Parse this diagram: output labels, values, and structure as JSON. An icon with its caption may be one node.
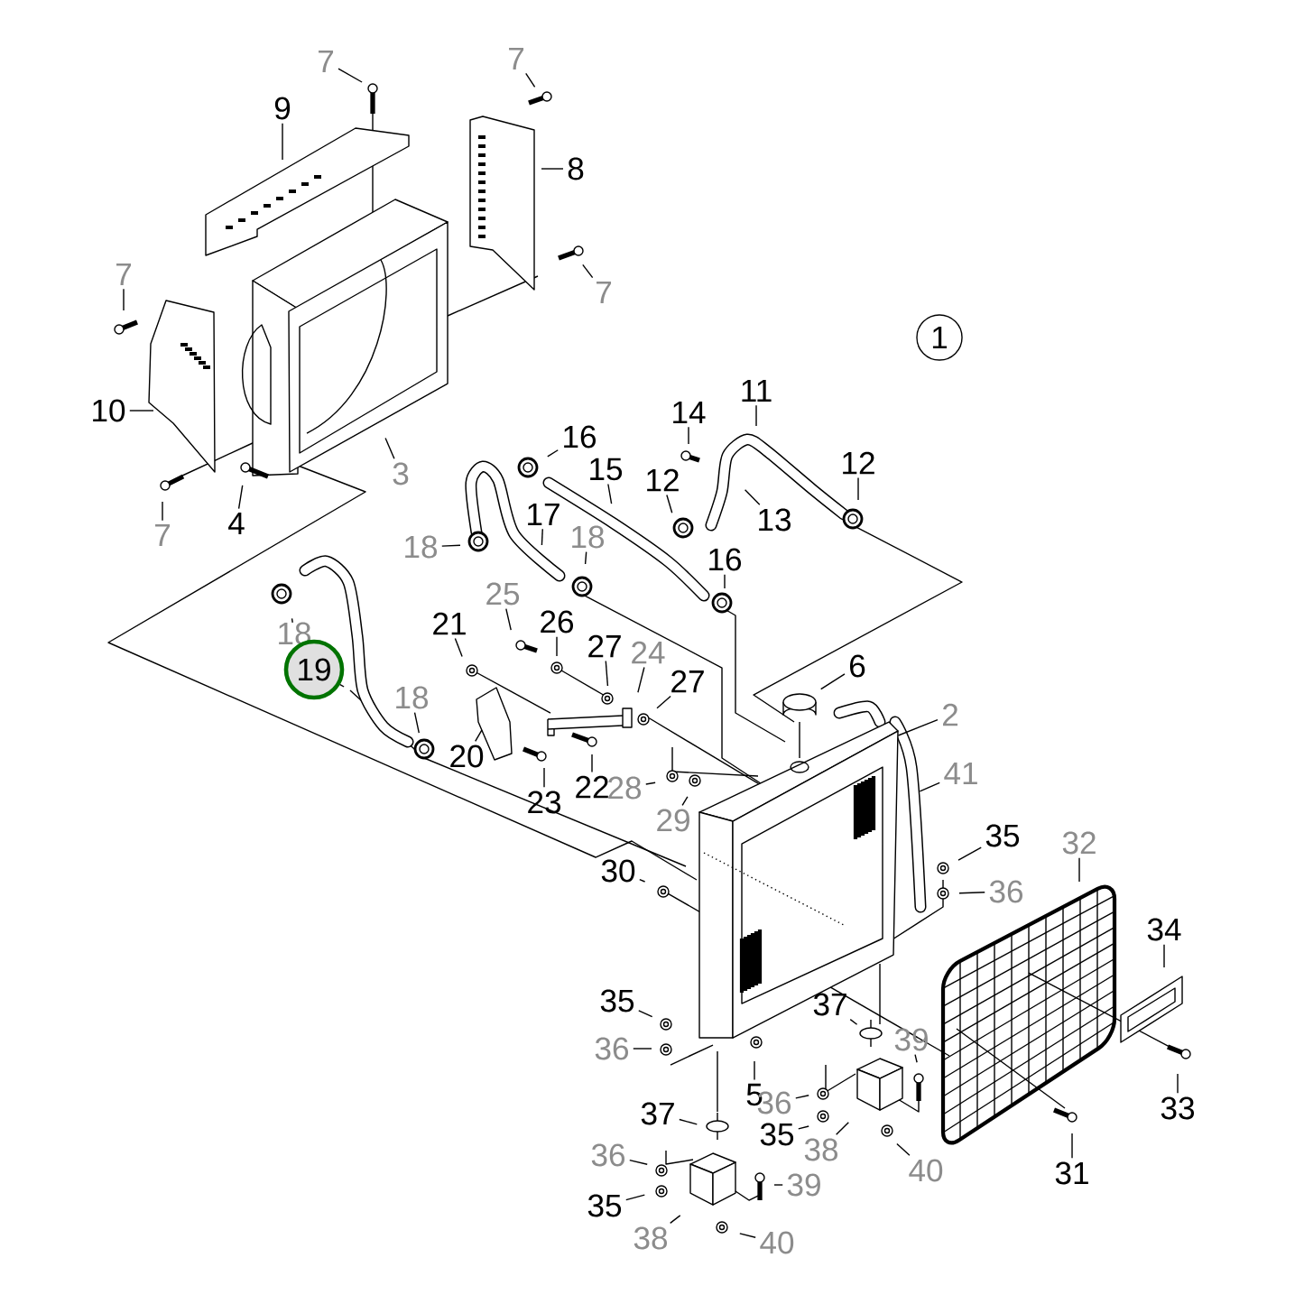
{
  "diagram": {
    "nodes": [
      {
        "text": [
          "1"
        ]
      },
      {
        "text": [
          "7"
        ]
      },
      {
        "text": [
          "7"
        ]
      },
      {
        "text": [
          "9"
        ]
      },
      {
        "text": [
          "8"
        ]
      },
      {
        "text": [
          "7"
        ]
      },
      {
        "text": [
          "7"
        ]
      },
      {
        "text": [
          "10"
        ]
      },
      {
        "text": [
          "3"
        ]
      },
      {
        "text": [
          "7"
        ]
      },
      {
        "text": [
          "4"
        ]
      },
      {
        "text": [
          "16"
        ]
      },
      {
        "text": [
          "15"
        ]
      },
      {
        "text": [
          "14"
        ]
      },
      {
        "text": [
          "11"
        ]
      },
      {
        "text": [
          "12"
        ]
      },
      {
        "text": [
          "13"
        ]
      },
      {
        "text": [
          "12"
        ]
      },
      {
        "text": [
          "18"
        ]
      },
      {
        "text": [
          "17"
        ]
      },
      {
        "text": [
          "18"
        ]
      },
      {
        "text": [
          "16"
        ]
      },
      {
        "text": [
          "18"
        ]
      },
      {
        "text": [
          "19"
        ]
      },
      {
        "text": [
          "21"
        ]
      },
      {
        "text": [
          "25"
        ]
      },
      {
        "text": [
          "26"
        ]
      },
      {
        "text": [
          "27"
        ]
      },
      {
        "text": [
          "24"
        ]
      },
      {
        "text": [
          "27"
        ]
      },
      {
        "text": [
          "18"
        ]
      },
      {
        "text": [
          "20"
        ]
      },
      {
        "text": [
          "22"
        ]
      },
      {
        "text": [
          "23"
        ]
      },
      {
        "text": [
          "28"
        ]
      },
      {
        "text": [
          "29"
        ]
      },
      {
        "text": [
          "6"
        ]
      },
      {
        "text": [
          "2"
        ]
      },
      {
        "text": [
          "41"
        ]
      },
      {
        "text": [
          "35"
        ]
      },
      {
        "text": [
          "36"
        ]
      },
      {
        "text": [
          "32"
        ]
      },
      {
        "text": [
          "34"
        ]
      },
      {
        "text": [
          "30"
        ]
      },
      {
        "text": [
          "35"
        ]
      },
      {
        "text": [
          "36"
        ]
      },
      {
        "text": [
          "5"
        ]
      },
      {
        "text": [
          "37"
        ]
      },
      {
        "text": [
          "39"
        ]
      },
      {
        "text": [
          "36"
        ]
      },
      {
        "text": [
          "35"
        ]
      },
      {
        "text": [
          "38"
        ]
      },
      {
        "text": [
          "40"
        ]
      },
      {
        "text": [
          "33"
        ]
      },
      {
        "text": [
          "31"
        ]
      },
      {
        "text": [
          "37"
        ]
      },
      {
        "text": [
          "36"
        ]
      },
      {
        "text": [
          "35"
        ]
      },
      {
        "text": [
          "39"
        ]
      },
      {
        "text": [
          "38"
        ]
      },
      {
        "text": [
          "40"
        ]
      }
    ],
    "edges": [
      {
        "from": 1,
        "to": null,
        "arrow": "none"
      },
      {
        "from": 2,
        "to": null,
        "arrow": "none"
      },
      {
        "from": 3,
        "to": null,
        "arrow": "none"
      },
      {
        "from": 4,
        "to": null,
        "arrow": "none"
      },
      {
        "from": 5,
        "to": null,
        "arrow": "none"
      },
      {
        "from": 6,
        "to": null,
        "arrow": "none"
      },
      {
        "from": 7,
        "to": null,
        "arrow": "none"
      },
      {
        "from": 8,
        "to": null,
        "arrow": "none"
      },
      {
        "from": 9,
        "to": null,
        "arrow": "none"
      },
      {
        "from": 10,
        "to": null,
        "arrow": "none"
      },
      {
        "from": 11,
        "to": null,
        "arrow": "none"
      },
      {
        "from": 12,
        "to": null,
        "arrow": "none"
      },
      {
        "from": 13,
        "to": null,
        "arrow": "none"
      },
      {
        "from": 14,
        "to": null,
        "arrow": "none"
      },
      {
        "from": 15,
        "to": null,
        "arrow": "none"
      },
      {
        "from": 16,
        "to": null,
        "arrow": "none"
      },
      {
        "from": 17,
        "to": null,
        "arrow": "none"
      },
      {
        "from": 18,
        "to": null,
        "arrow": "none"
      },
      {
        "from": 19,
        "to": null,
        "arrow": "none"
      },
      {
        "from": 20,
        "to": null,
        "arrow": "none"
      },
      {
        "from": 21,
        "to": null,
        "arrow": "none"
      },
      {
        "from": 22,
        "to": null,
        "arrow": "none"
      },
      {
        "from": 23,
        "to": null,
        "arrow": "none"
      },
      {
        "from": 24,
        "to": null,
        "arrow": "none"
      },
      {
        "from": 25,
        "to": null,
        "arrow": "none"
      },
      {
        "from": 26,
        "to": null,
        "arrow": "none"
      },
      {
        "from": 27,
        "to": null,
        "arrow": "none"
      },
      {
        "from": 28,
        "to": null,
        "arrow": "none"
      },
      {
        "from": 29,
        "to": null,
        "arrow": "none"
      },
      {
        "from": 30,
        "to": null,
        "arrow": "none"
      },
      {
        "from": 31,
        "to": null,
        "arrow": "none"
      },
      {
        "from": 32,
        "to": null,
        "arrow": "none"
      },
      {
        "from": 33,
        "to": null,
        "arrow": "none"
      },
      {
        "from": 34,
        "to": null,
        "arrow": "none"
      },
      {
        "from": 35,
        "to": null,
        "arrow": "none"
      },
      {
        "from": 36,
        "to": null,
        "arrow": "none"
      },
      {
        "from": 37,
        "to": null,
        "arrow": "none"
      },
      {
        "from": 38,
        "to": null,
        "arrow": "none"
      },
      {
        "from": 39,
        "to": null,
        "arrow": "none"
      },
      {
        "from": 40,
        "to": null,
        "arrow": "none"
      },
      {
        "from": 41,
        "to": null,
        "arrow": "none"
      },
      {
        "from": 42,
        "to": null,
        "arrow": "none"
      },
      {
        "from": 43,
        "to": null,
        "arrow": "none"
      },
      {
        "from": 44,
        "to": null,
        "arrow": "none"
      },
      {
        "from": 45,
        "to": null,
        "arrow": "none"
      },
      {
        "from": 46,
        "to": null,
        "arrow": "none"
      },
      {
        "from": 47,
        "to": null,
        "arrow": "none"
      },
      {
        "from": 48,
        "to": null,
        "arrow": "none"
      },
      {
        "from": 49,
        "to": null,
        "arrow": "none"
      },
      {
        "from": 50,
        "to": null,
        "arrow": "none"
      },
      {
        "from": 51,
        "to": null,
        "arrow": "none"
      },
      {
        "from": 52,
        "to": null,
        "arrow": "none"
      },
      {
        "from": 53,
        "to": null,
        "arrow": "none"
      },
      {
        "from": 54,
        "to": null,
        "arrow": "none"
      },
      {
        "from": 55,
        "to": null,
        "arrow": "none"
      },
      {
        "from": 56,
        "to": null,
        "arrow": "none"
      },
      {
        "from": 57,
        "to": null,
        "arrow": "none"
      },
      {
        "from": 58,
        "to": null,
        "arrow": "none"
      },
      {
        "from": 59,
        "to": null,
        "arrow": "none"
      },
      {
        "from": 60,
        "to": null,
        "arrow": "none"
      }
    ]
  }
}
